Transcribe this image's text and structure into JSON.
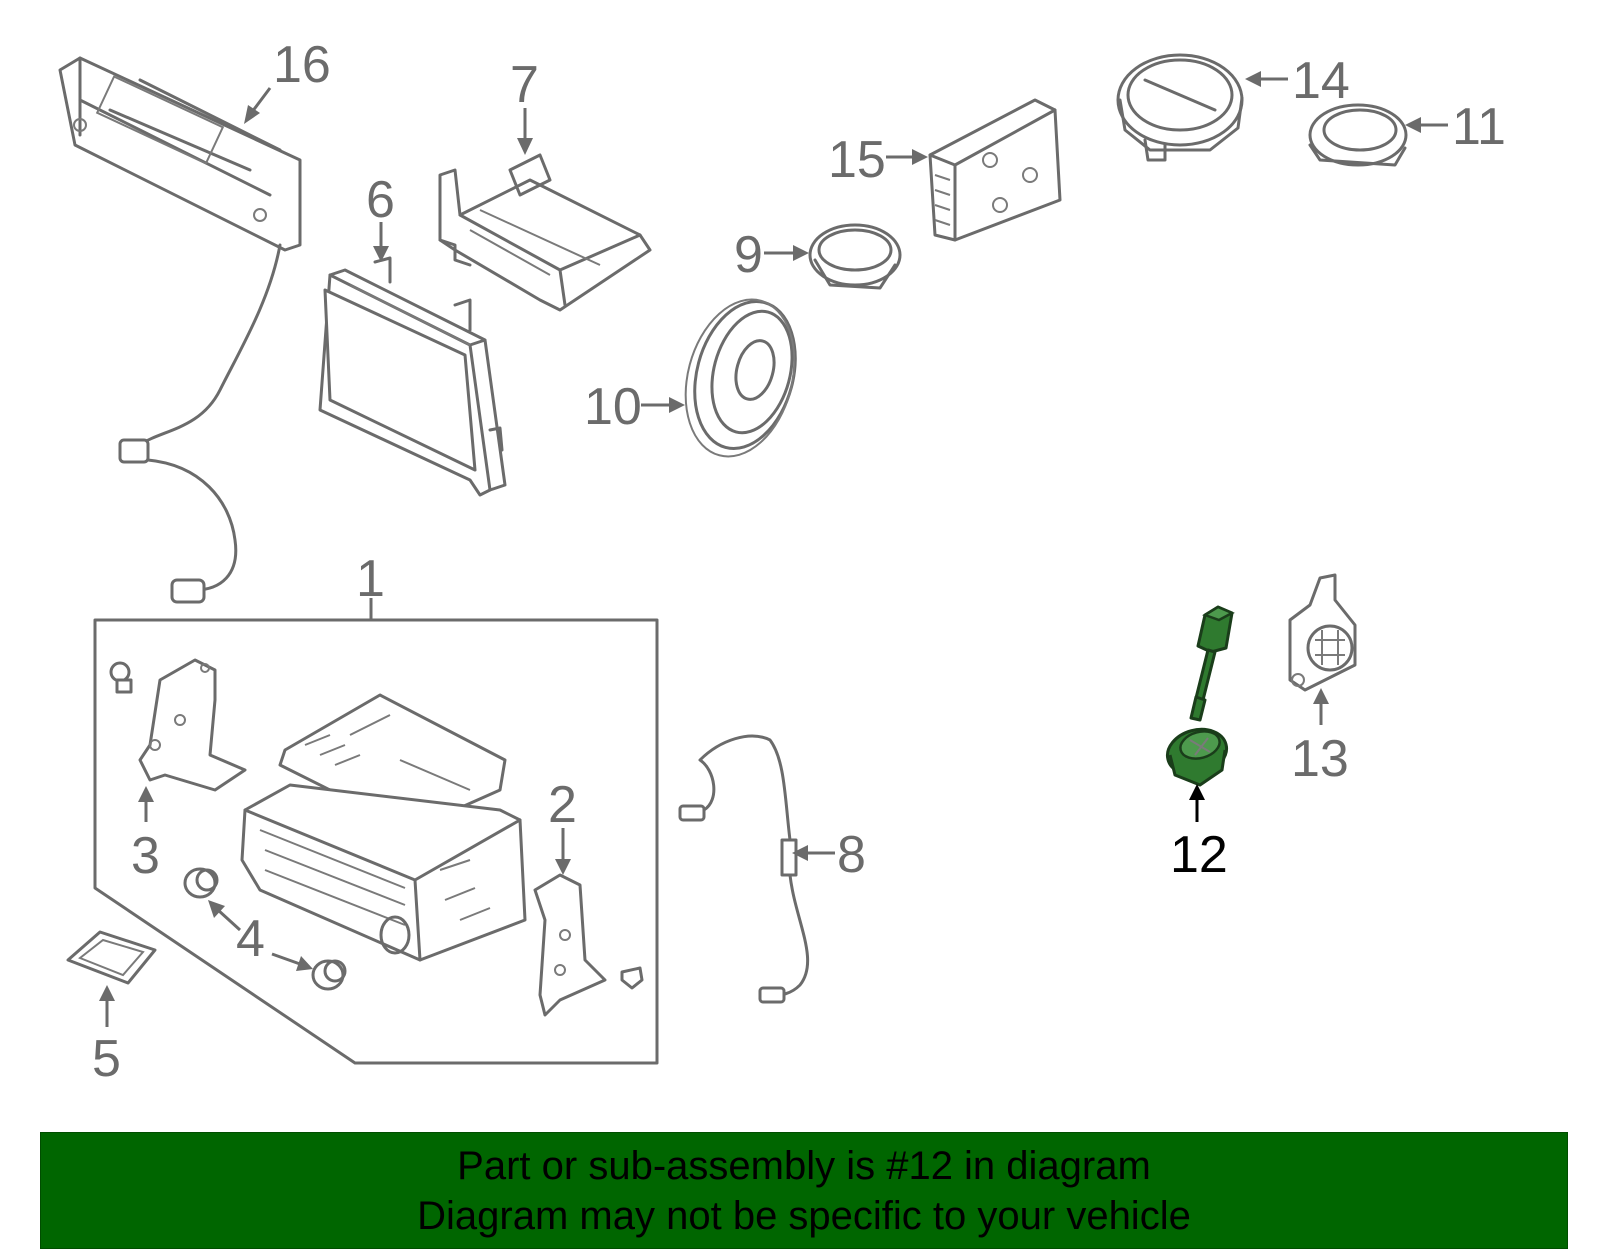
{
  "diagram": {
    "highlight_color": "#2f7a2f",
    "line_color": "#6b6b6b",
    "highlighted_part": "12",
    "callouts": {
      "c1": "1",
      "c2": "2",
      "c3": "3",
      "c4": "4",
      "c5": "5",
      "c6": "6",
      "c7": "7",
      "c8": "8",
      "c9": "9",
      "c10": "10",
      "c11": "11",
      "c12": "12",
      "c13": "13",
      "c14": "14",
      "c15": "15",
      "c16": "16"
    }
  },
  "banner": {
    "background": "#006600",
    "line1": "Part or sub-assembly is #12 in diagram",
    "line2": "Diagram may not be specific to your vehicle"
  }
}
